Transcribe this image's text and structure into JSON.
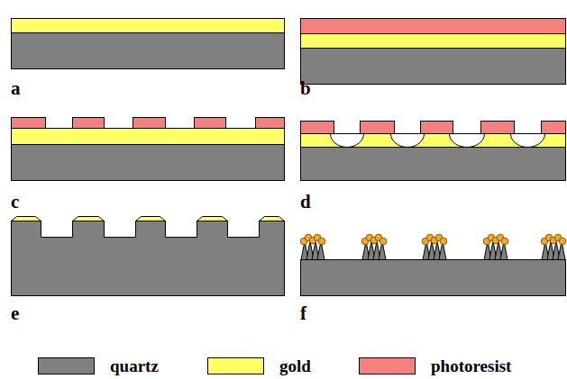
{
  "diagram": {
    "labels": [
      "a",
      "b",
      "c",
      "d",
      "e",
      "f"
    ],
    "legend": [
      {
        "text": "quartz",
        "color": "#808080"
      },
      {
        "text": "gold",
        "color": "#ffff66"
      },
      {
        "text": "photoresist",
        "color": "#f58080"
      }
    ]
  }
}
